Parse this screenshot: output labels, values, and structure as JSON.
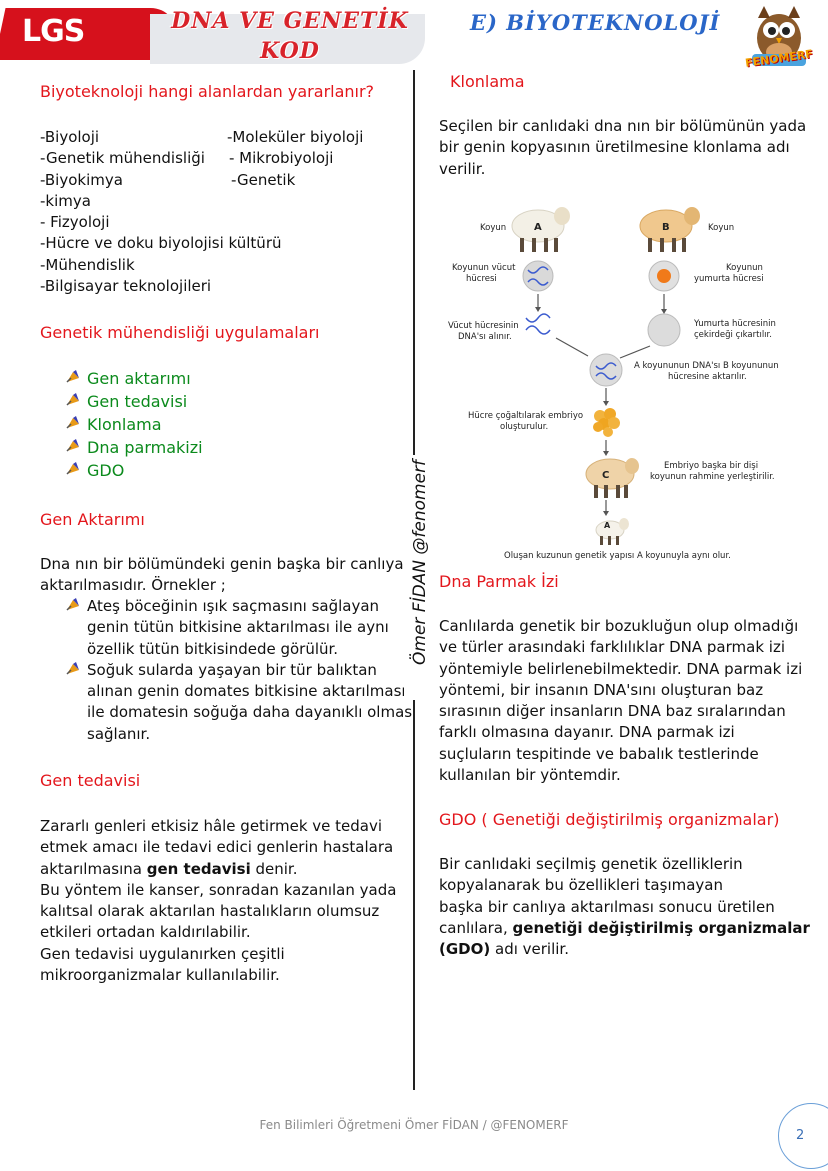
{
  "header": {
    "badge": "LGS",
    "title_line1": "DNA VE GENETİK",
    "title_line2": "KOD",
    "section": "E) BİYOTEKNOLOJİ",
    "mascot_label": "FENOMERF"
  },
  "left": {
    "q_title": "Biyoteknoloji hangi alanlardan yararlanır?",
    "fields_col1": [
      "-Biyoloji",
      "-Genetik mühendisliği",
      "-Biyokimya",
      "-kimya",
      "- Fizyoloji",
      "-Hücre ve doku biyolojisi kültürü",
      "-Mühendislik",
      "-Bilgisayar teknolojileri"
    ],
    "fields_col2": [
      "-Moleküler biyoloji",
      "- Mikrobiyoloji",
      "-Genetik"
    ],
    "apps_title": "Genetik mühendisliği uygulamaları",
    "apps": [
      "Gen aktarımı",
      "Gen tedavisi",
      "Klonlama",
      "Dna parmakizi",
      "GDO"
    ],
    "gen_aktarimi_title": "Gen Aktarımı",
    "gen_aktarimi_text": [
      "Dna nın bir bölümündeki genin başka bir canlıya",
      "aktarılmasıdır. Örnekler ;"
    ],
    "example1": [
      "Ateş böceğinin ışık saçmasını sağlayan",
      "genin tütün bitkisine aktarılması ile aynı",
      "özellik tütün bitkisindede görülür."
    ],
    "example2": [
      "Soğuk sularda yaşayan bir tür balıktan",
      "alınan genin domates bitkisine aktarılması",
      "ile domatesin soğuğa daha dayanıklı olması",
      "sağlanır."
    ],
    "gen_tedavisi_title": "Gen tedavisi",
    "gen_tedavisi_l1": "Zararlı genleri etkisiz hâle getirmek ve tedavi",
    "gen_tedavisi_l2": "etmek amacı ile tedavi edici genlerin hastalara",
    "gen_tedavisi_l3_pre": "aktarılmasına ",
    "gen_tedavisi_l3_bold": "gen tedavisi",
    "gen_tedavisi_l3_post": "  denir.",
    "gen_tedavisi_rest": [
      "Bu yöntem ile kanser, sonradan kazanılan yada",
      "kalıtsal olarak aktarılan hastalıkların olumsuz",
      "etkileri ortadan kaldırılabilir.",
      "Gen tedavisi uygulanırken çeşitli",
      "mikroorganizmalar kullanılabilir."
    ]
  },
  "credit": "Ömer FİDAN @fenomerf",
  "right": {
    "klonlama_title": "Klonlama",
    "klonlama_text": [
      "Seçilen bir canlıdaki dna nın bir bölümünün yada",
      "bir genin kopyasının üretilmesine klonlama adı",
      "verilir."
    ],
    "diagram": {
      "koyun_a": "Koyun",
      "koyun_b": "Koyun",
      "sheep_a_letter": "A",
      "sheep_b_letter": "B",
      "sheep_c_letter": "C",
      "lamb_letter": "A",
      "vucut_hucresi": [
        "Koyunun vücut",
        "hücresi"
      ],
      "yumurta_hucresi": [
        "Koyunun",
        "yumurta hücresi"
      ],
      "dna_alinir": [
        "Vücut hücresinin",
        "DNA'sı alınır."
      ],
      "cekirdek": [
        "Yumurta hücresinin",
        "çekirdeği çıkartılır."
      ],
      "aktarilir": [
        "A koyununun DNA'sı B koyununun",
        "hücresine aktarılır."
      ],
      "embriyo": [
        "Hücre çoğaltılarak embriyo",
        "oluşturulur."
      ],
      "rahim": [
        "Embriyo başka bir dişi",
        "koyunun rahmine yerleştirilir."
      ],
      "sonuc": "Oluşan kuzunun genetik yapısı A koyunuyla aynı olur."
    },
    "parmak_title": "Dna Parmak İzi",
    "parmak_text": [
      "Canlılarda genetik bir bozukluğun olup olmadığı",
      "ve türler arasındaki farklılıklar DNA parmak izi",
      "yöntemiyle belirlenebilmektedir. DNA parmak izi",
      "yöntemi, bir insanın DNA'sını oluşturan baz",
      "sırasının diğer insanların DNA baz sıralarından",
      "farklı olmasına dayanır. DNA parmak izi",
      "suçluların tespitinde ve babalık testlerinde",
      "kullanılan bir yöntemdir."
    ],
    "gdo_title": "GDO ( Genetiği değiştirilmiş organizmalar)",
    "gdo_text": [
      "Bir canlıdaki seçilmiş genetik özelliklerin",
      "kopyalanarak bu özellikleri taşımayan",
      "başka bir canlıya aktarılması sonucu üretilen"
    ],
    "gdo_l4_pre": "canlılara, ",
    "gdo_l4_bold": "genetiği değiştirilmiş organizmalar",
    "gdo_l5_bold": "(GDO)",
    "gdo_l5_post": " adı verilir."
  },
  "footer": {
    "text": "Fen Bilimleri Öğretmeni Ömer FİDAN / @FENOMERF",
    "page": "2"
  },
  "colors": {
    "red": "#e3161c",
    "green": "#0b8a1c",
    "blue": "#2a66c8"
  }
}
